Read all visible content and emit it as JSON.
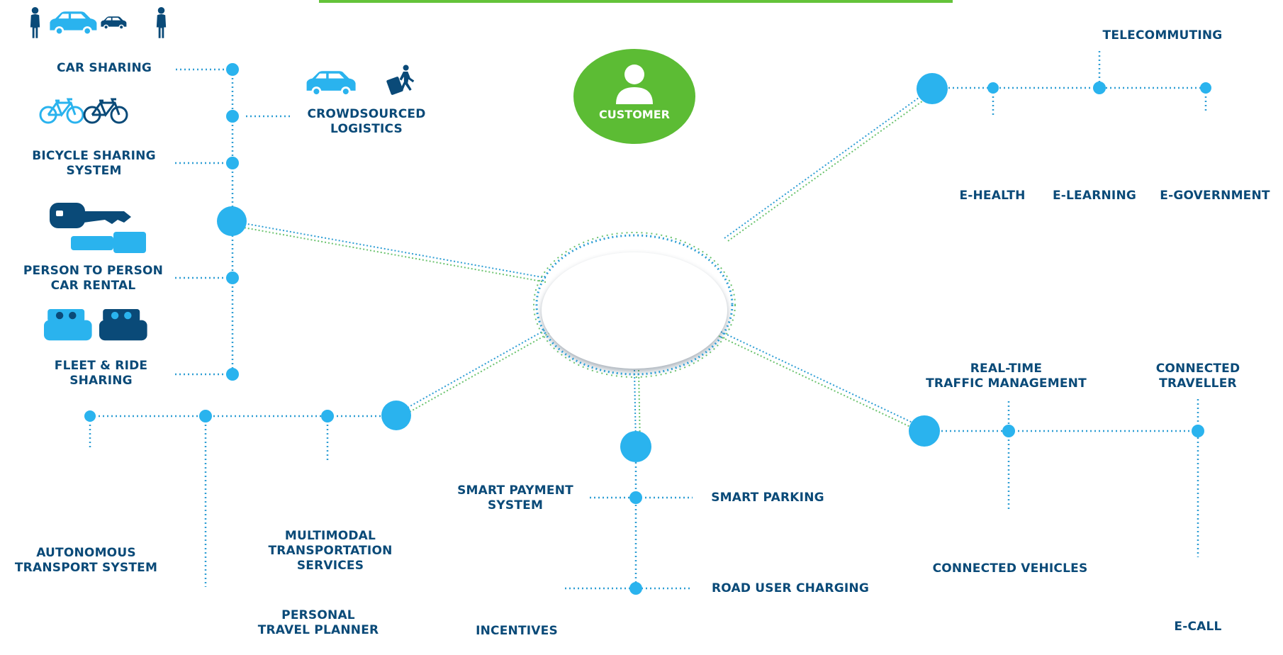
{
  "header": {
    "accent_color": "#64c33a"
  },
  "colors": {
    "dark": "#0a4a78",
    "light": "#2ab3ee",
    "green": "#5cbc34"
  },
  "center": {
    "customer_label": "CUSTOMER",
    "icon": "person-icon"
  },
  "left": {
    "car_sharing": [
      "CAR SHARING"
    ],
    "crowdsourced": [
      "CROWDSOURCED",
      "LOGISTICS"
    ],
    "bicycle": [
      "BICYCLE SHARING",
      "SYSTEM"
    ],
    "p2p": [
      "PERSON TO PERSON",
      "CAR RENTAL"
    ],
    "fleet": [
      "FLEET & RIDE",
      "SHARING"
    ]
  },
  "bottom_left": {
    "autonomous": [
      "AUTONOMOUS",
      "TRANSPORT SYSTEM"
    ],
    "multimodal": [
      "MULTIMODAL",
      "TRANSPORTATION",
      "SERVICES"
    ],
    "planner": [
      "PERSONAL",
      "TRAVEL PLANNER"
    ]
  },
  "bottom_center": {
    "payment": [
      "SMART PAYMENT",
      "SYSTEM"
    ],
    "parking": [
      "SMART PARKING"
    ],
    "road": [
      "ROAD USER CHARGING"
    ],
    "incentives": [
      "INCENTIVES"
    ]
  },
  "top_right": {
    "telecommuting": [
      "TELECOMMUTING"
    ],
    "ehealth": [
      "E-HEALTH"
    ],
    "elearning": [
      "E-LEARNING"
    ],
    "egov": [
      "E-GOVERNMENT"
    ]
  },
  "bottom_right": {
    "traffic": [
      "REAL-TIME",
      "TRAFFIC MANAGEMENT"
    ],
    "traveller": [
      "CONNECTED",
      "TRAVELLER"
    ],
    "vehicles": [
      "CONNECTED VEHICLES"
    ],
    "ecall": [
      "E-CALL"
    ]
  }
}
